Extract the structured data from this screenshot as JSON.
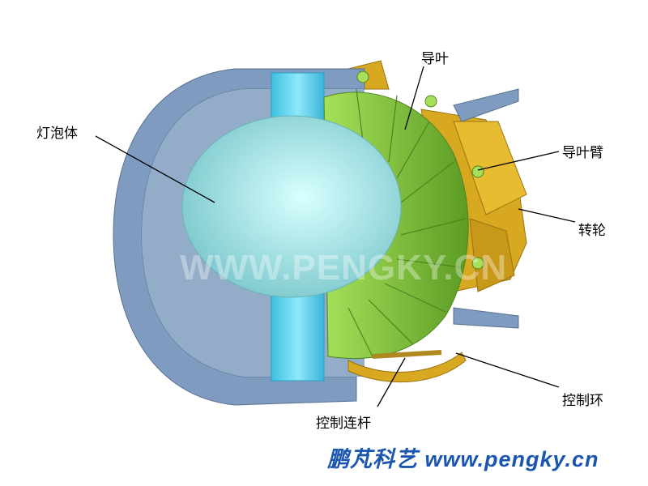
{
  "labels": {
    "bulb_body": "灯泡体",
    "guide_vane": "导叶",
    "guide_vane_arm": "导叶臂",
    "runner": "转轮",
    "control_ring": "控制环",
    "control_link": "控制连杆"
  },
  "watermark": "WWW.PENGKY.CN",
  "footer": "鹏芃科艺 www.pengky.cn",
  "colors": {
    "housing": "#7f9cc0",
    "bulb": "#a8ecec",
    "pillar": "#5bd3ee",
    "guide_vanes": "#7cc43a",
    "runner": "#d8a820",
    "footer_text": "#1a56b0"
  }
}
